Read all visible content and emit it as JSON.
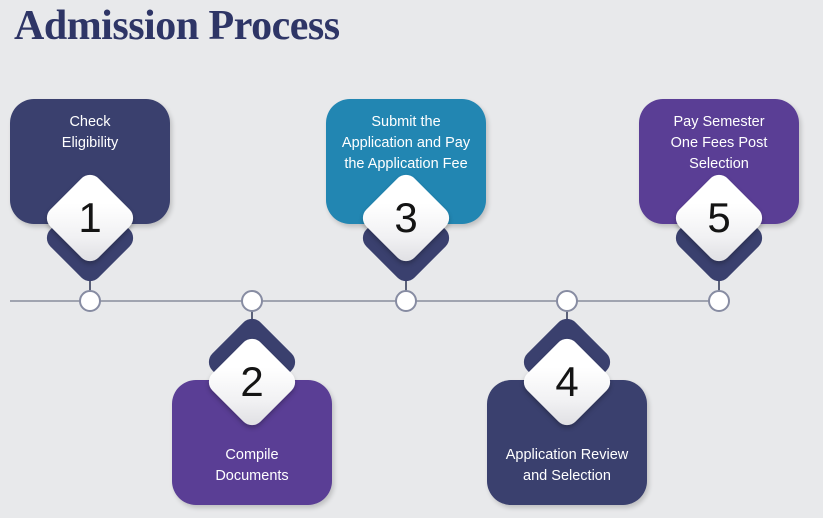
{
  "title": "Admission Process",
  "steps": [
    {
      "number": "1",
      "label": "Check Eligibility",
      "label_lines": [
        "Check",
        "Eligibility"
      ],
      "side": "top",
      "box_color": "#3a406e"
    },
    {
      "number": "2",
      "label": "Compile Documents",
      "label_lines": [
        "Compile",
        "Documents"
      ],
      "side": "bottom",
      "box_color": "#5a3e95"
    },
    {
      "number": "3",
      "label": "Submit the Application and Pay the Application Fee",
      "label_lines": [
        "Submit the",
        "Application and Pay",
        "the Application Fee"
      ],
      "side": "top",
      "box_color": "#2286b2"
    },
    {
      "number": "4",
      "label": "Application Review and Selection",
      "label_lines": [
        "Application Review",
        "and Selection"
      ],
      "side": "bottom",
      "box_color": "#3a406e"
    },
    {
      "number": "5",
      "label": "Pay Semester One Fees Post Selection",
      "label_lines": [
        "Pay Semester",
        "One Fees Post",
        "Selection"
      ],
      "side": "top",
      "box_color": "#5a3e95"
    }
  ],
  "colors": {
    "background": "#e8e9eb",
    "title": "#2e3566",
    "navy": "#3a406e",
    "teal": "#2286b2",
    "purple": "#5a3e95",
    "diamond_shadow": "#3a406e",
    "timeline_line": "#a0a4b0",
    "circle_border": "#878ca2",
    "stem": "#5a6078",
    "number_text": "#141414",
    "step_text": "#ffffff"
  }
}
